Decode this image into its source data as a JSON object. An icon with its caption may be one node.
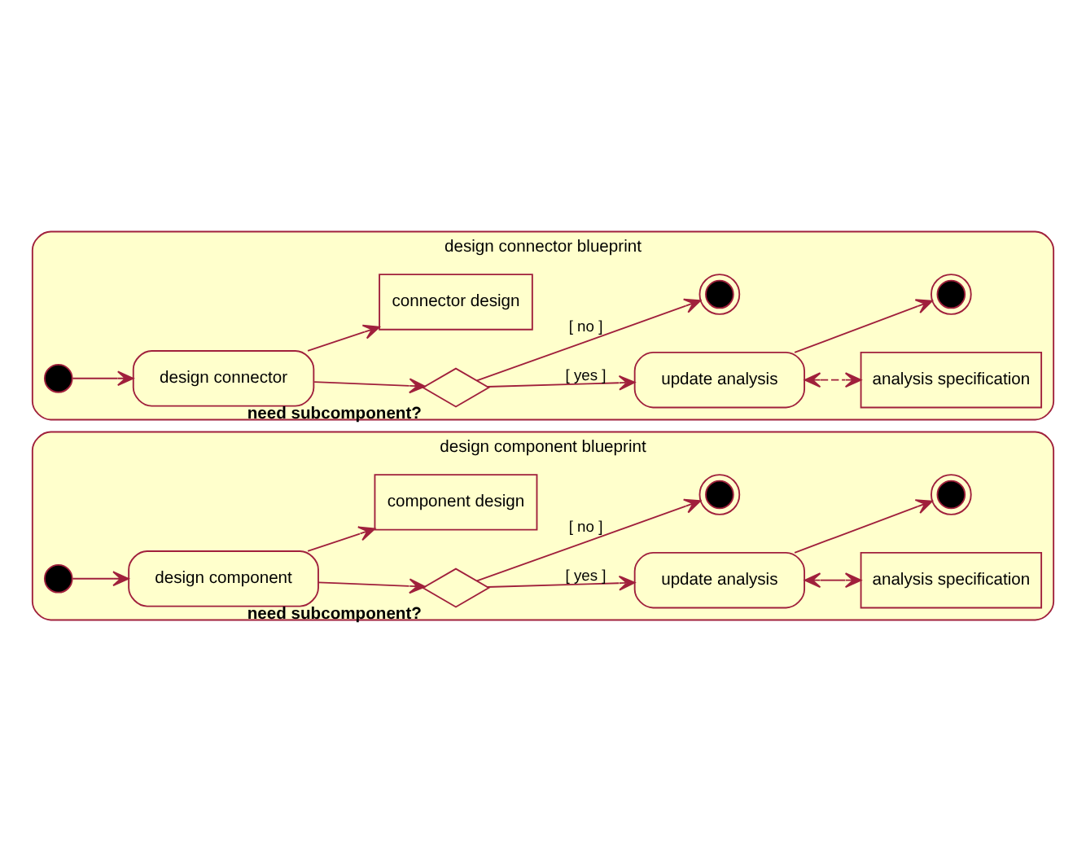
{
  "diagram": {
    "nodes": [
      {
        "text": [
          "design component blueprint"
        ]
      },
      {
        "text": [
          "analysis specification"
        ],
        "in": 0
      },
      {
        "text": [
          "update analysis"
        ],
        "in": 0
      },
      {
        "text": [],
        "shape": "bullseye",
        "in": 0
      },
      {
        "text": [],
        "shape": "circle",
        "in": 0
      },
      {
        "text": [
          "design component"
        ],
        "in": 0
      },
      {
        "text": [],
        "shape": "diamond",
        "beside": [
          "need subcomponent?"
        ],
        "in": 0
      },
      {
        "text": [
          "component design"
        ],
        "in": 0
      },
      {
        "text": [],
        "shape": "bullseye",
        "in": 0
      },
      {
        "text": [
          "design connector blueprint"
        ]
      },
      {
        "text": [
          "analysis specification"
        ],
        "in": 9
      },
      {
        "text": [
          "update analysis"
        ],
        "in": 9
      },
      {
        "text": [],
        "shape": "bullseye",
        "in": 9
      },
      {
        "text": [],
        "shape": "circle",
        "in": 9
      },
      {
        "text": [
          "design connector"
        ],
        "in": 9
      },
      {
        "text": [],
        "shape": "diamond",
        "beside": [
          "need subcomponent?"
        ],
        "in": 9
      },
      {
        "text": [
          "connector design"
        ],
        "in": 9
      },
      {
        "text": [],
        "shape": "bullseye",
        "in": 9
      }
    ],
    "edges": [
      {
        "from": 2,
        "to": 1,
        "arrow": "both"
      },
      {
        "from": 2,
        "to": 8,
        "arrow": "to"
      },
      {
        "from": 4,
        "to": 5,
        "arrow": "to"
      },
      {
        "from": 5,
        "to": 6,
        "arrow": "to"
      },
      {
        "from": 6,
        "to": 2,
        "arrow": "to",
        "label": "[ yes ]"
      },
      {
        "from": 6,
        "to": 3,
        "arrow": "to",
        "label": "[ no ]"
      },
      {
        "from": 5,
        "to": 7,
        "arrow": "to"
      },
      {
        "from": 11,
        "to": 10,
        "arrow": "both",
        "style": "dashed"
      },
      {
        "from": 11,
        "to": 17,
        "arrow": "to"
      },
      {
        "from": 13,
        "to": 14,
        "arrow": "to"
      },
      {
        "from": 14,
        "to": 15,
        "arrow": "to"
      },
      {
        "from": 15,
        "to": 11,
        "arrow": "to",
        "label": "[ yes ]"
      },
      {
        "from": 15,
        "to": 12,
        "arrow": "to",
        "label": "[ no ]"
      },
      {
        "from": 14,
        "to": 16,
        "arrow": "to"
      }
    ]
  }
}
